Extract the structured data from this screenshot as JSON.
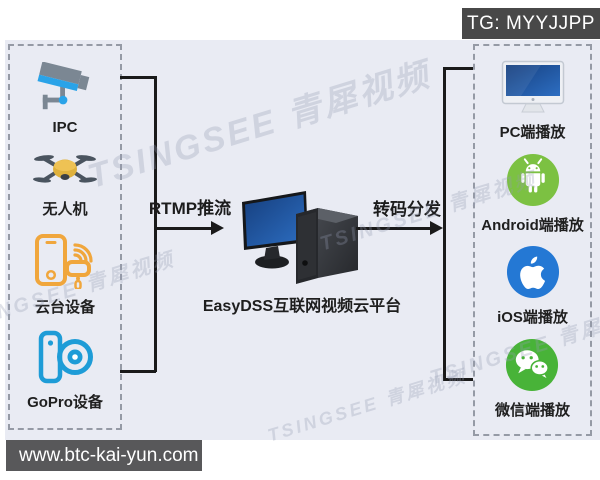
{
  "badge": {
    "tg_label": "TG: MYYJJPP"
  },
  "footer": {
    "url_label": "www.btc-kai-yun.com"
  },
  "watermark": {
    "text": "TSINGSEE 青犀视频"
  },
  "sources": {
    "items": [
      {
        "label": "IPC",
        "icon": "cctv-camera-icon"
      },
      {
        "label": "无人机",
        "icon": "drone-icon"
      },
      {
        "label": "云台设备",
        "icon": "gimbal-phone-icon"
      },
      {
        "label": "GoPro设备",
        "icon": "gopro-camera-icon"
      }
    ]
  },
  "flows": {
    "push_label": "RTMP推流",
    "distribute_label": "转码分发"
  },
  "server": {
    "label": "EasyDSS互联网视频云平台"
  },
  "players": {
    "items": [
      {
        "label": "PC端播放",
        "icon": "pc-monitor-icon"
      },
      {
        "label": "Android端播放",
        "icon": "android-icon"
      },
      {
        "label": "iOS端播放",
        "icon": "apple-icon"
      },
      {
        "label": "微信端播放",
        "icon": "wechat-icon"
      }
    ]
  },
  "colors": {
    "panel_bg": "#e9ebf3",
    "badge_bg": "#484848",
    "footer_bg": "#58585a",
    "line": "#1a1a1a",
    "android_green": "#7cc142",
    "wechat_green": "#48b338",
    "ios_blue": "#2478d4",
    "gopro_blue": "#1e9cd7",
    "gimbal_orange": "#f0a63c",
    "drone_yellow": "#dfb13c",
    "camera_blue": "#2aa3e8",
    "device_gray": "#7b8793",
    "screen_blue": "#1d55a0"
  }
}
